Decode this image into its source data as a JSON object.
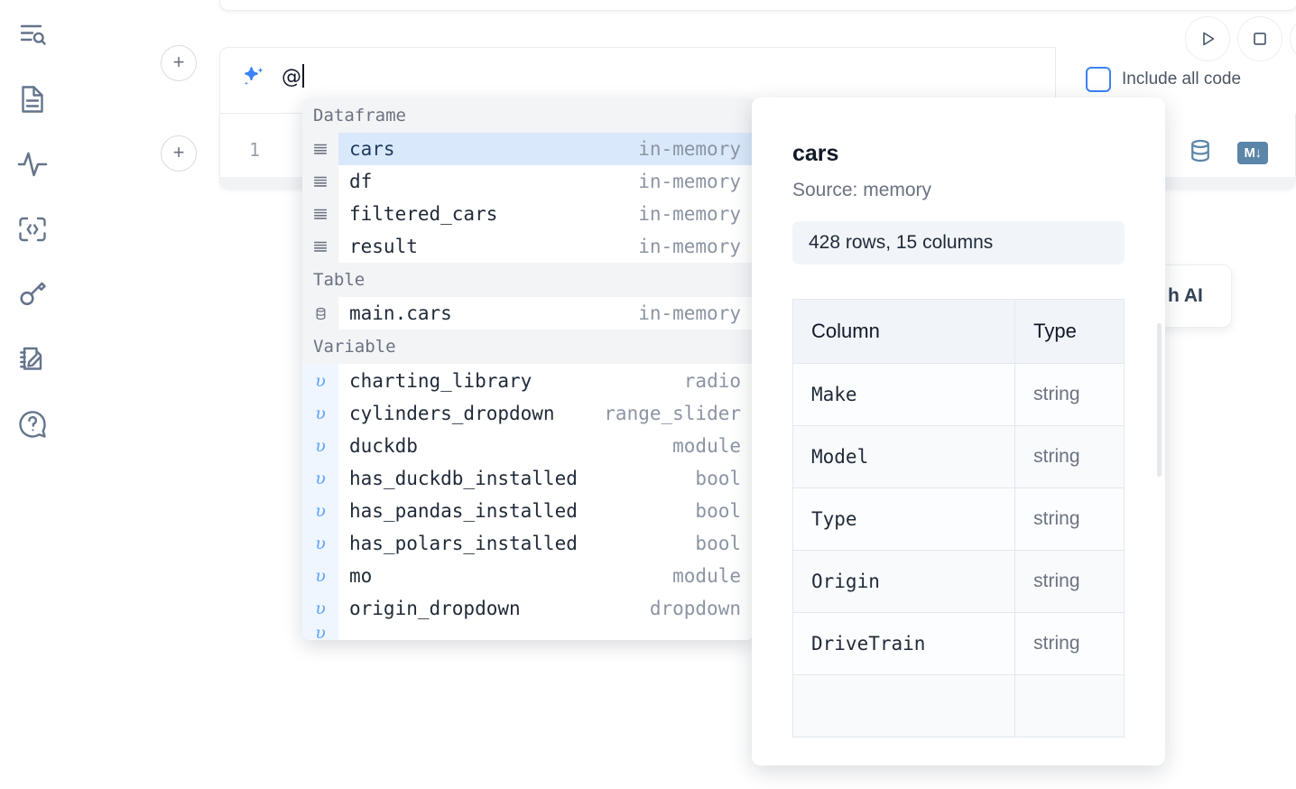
{
  "sidebar": {
    "items": [
      {
        "name": "file-explorer-search-icon",
        "icon": "list-search-icon"
      },
      {
        "name": "document-icon",
        "icon": "document-icon"
      },
      {
        "name": "activity-icon",
        "icon": "activity-pulse-icon"
      },
      {
        "name": "code-snippets-icon",
        "icon": "code-brackets-icon"
      },
      {
        "name": "secrets-key-icon",
        "icon": "key-icon"
      },
      {
        "name": "scratchpad-icon",
        "icon": "notebook-pencil-icon"
      },
      {
        "name": "help-icon",
        "icon": "question-chat-icon"
      }
    ]
  },
  "toolbar": {
    "add_cell_above_label": "+",
    "add_cell_below_label": "+",
    "run_icon": "play-triangle-icon",
    "stop_icon": "stop-square-icon",
    "include_all_code_label": "Include all code",
    "include_all_code_checked": false
  },
  "ai_prompt": {
    "icon": "sparkles-icon",
    "value": "@",
    "placeholder": ""
  },
  "code_cell": {
    "line_number": "1",
    "code": "",
    "icons": [
      {
        "name": "database-icon",
        "label": ""
      },
      {
        "name": "markdown-icon",
        "label": "M"
      }
    ]
  },
  "ai_card": {
    "label": "h AI"
  },
  "autocomplete": {
    "groups": [
      {
        "label": "Dataframe",
        "icon": "dataframe-rows-icon",
        "kind": "dataframe",
        "items": [
          {
            "name": "cars",
            "type": "in-memory",
            "selected": true
          },
          {
            "name": "df",
            "type": "in-memory",
            "selected": false
          },
          {
            "name": "filtered_cars",
            "type": "in-memory",
            "selected": false
          },
          {
            "name": "result",
            "type": "in-memory",
            "selected": false
          }
        ]
      },
      {
        "label": "Table",
        "icon": "database-table-icon",
        "kind": "table",
        "items": [
          {
            "name": "main.cars",
            "type": "in-memory",
            "selected": false
          }
        ]
      },
      {
        "label": "Variable",
        "icon": "variable-icon",
        "kind": "variable",
        "items": [
          {
            "name": "charting_library",
            "type": "radio",
            "selected": false
          },
          {
            "name": "cylinders_dropdown",
            "type": "range_slider",
            "selected": false
          },
          {
            "name": "duckdb",
            "type": "module",
            "selected": false
          },
          {
            "name": "has_duckdb_installed",
            "type": "bool",
            "selected": false
          },
          {
            "name": "has_pandas_installed",
            "type": "bool",
            "selected": false
          },
          {
            "name": "has_polars_installed",
            "type": "bool",
            "selected": false
          },
          {
            "name": "mo",
            "type": "module",
            "selected": false
          },
          {
            "name": "origin_dropdown",
            "type": "dropdown",
            "selected": false
          }
        ]
      }
    ]
  },
  "detail_panel": {
    "title": "cars",
    "source": "Source: memory",
    "stats": "428 rows, 15 columns",
    "columns_header": [
      "Column",
      "Type"
    ],
    "rows": [
      {
        "column": "Make",
        "type": "string"
      },
      {
        "column": "Model",
        "type": "string"
      },
      {
        "column": "Type",
        "type": "string"
      },
      {
        "column": "Origin",
        "type": "string"
      },
      {
        "column": "DriveTrain",
        "type": "string"
      }
    ]
  },
  "colors": {
    "accent": "#3b82f6",
    "selected_row": "#d9e9fb",
    "group_header_bg": "#f3f4f6",
    "icon_muted": "#64748b",
    "cell_icon": "#5b86a8"
  }
}
